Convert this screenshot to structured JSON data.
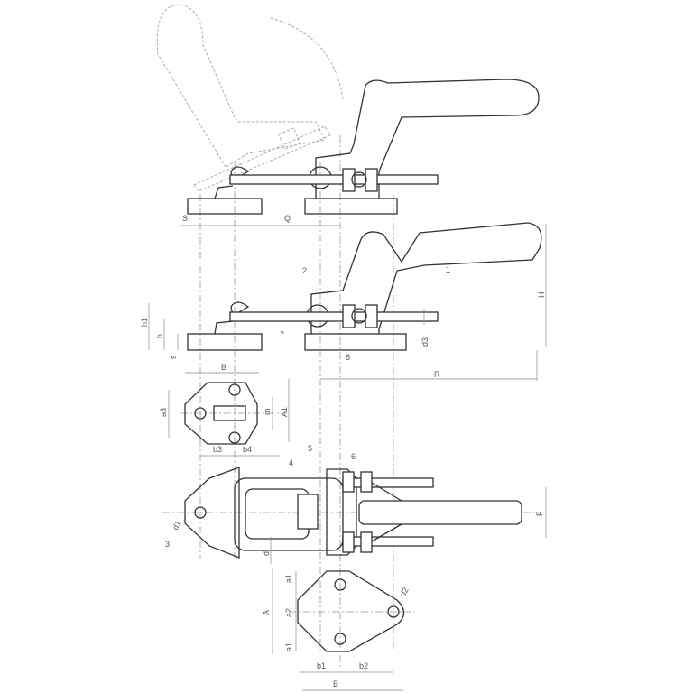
{
  "drawing": {
    "title": "Horizontal latch clamp dimension drawing",
    "part_labels": {
      "p1": "1",
      "p2": "2",
      "p3": "3",
      "p4": "4",
      "p5": "5",
      "p6": "6",
      "p7": "7",
      "p8": "8"
    },
    "dimensions": {
      "S": "S",
      "Q": "Q",
      "H": "H",
      "h1": "h1",
      "h": "h",
      "s": "s",
      "d3": "d3",
      "R": "R",
      "B_top": "B",
      "a3": "a3",
      "m": "m",
      "A1": "A1",
      "b3": "b3",
      "b4": "b4",
      "d1": "d1",
      "F": "F",
      "d": "d",
      "a1_top": "a1",
      "A": "A",
      "a2": "a2",
      "a1_bottom": "a1",
      "d2": "d2",
      "b1": "b1",
      "b2": "b2",
      "B_bottom": "B"
    }
  }
}
